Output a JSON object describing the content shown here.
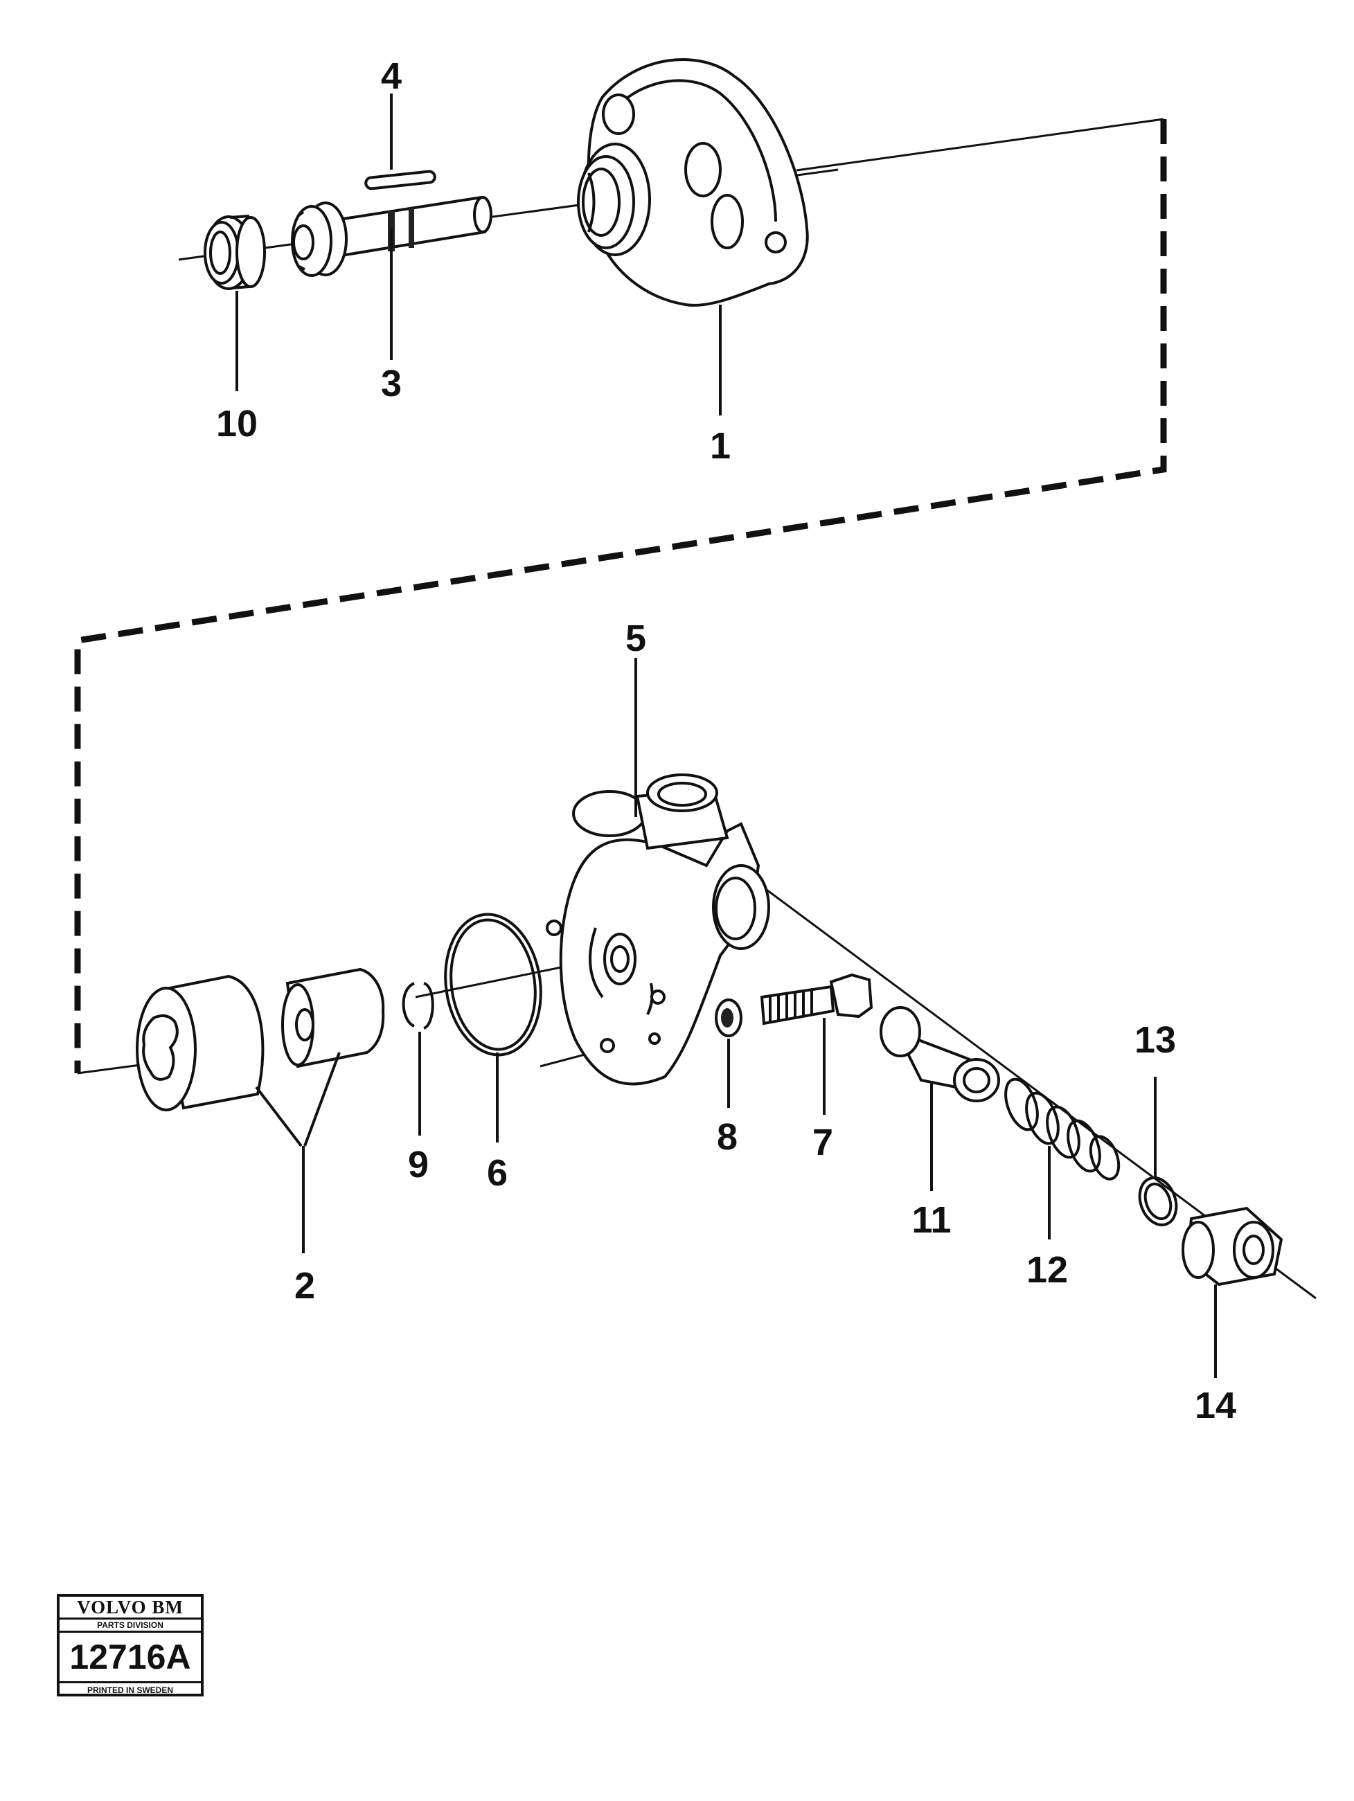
{
  "callouts": {
    "c1": "1",
    "c2": "2",
    "c3": "3",
    "c4": "4",
    "c5": "5",
    "c6": "6",
    "c7": "7",
    "c8": "8",
    "c9": "9",
    "c10": "10",
    "c11": "11",
    "c12": "12",
    "c13": "13",
    "c14": "14"
  },
  "plate": {
    "brand": "VOLVO BM",
    "division": "PARTS DIVISION",
    "number": "12716A",
    "printed": "PRINTED IN SWEDEN"
  }
}
